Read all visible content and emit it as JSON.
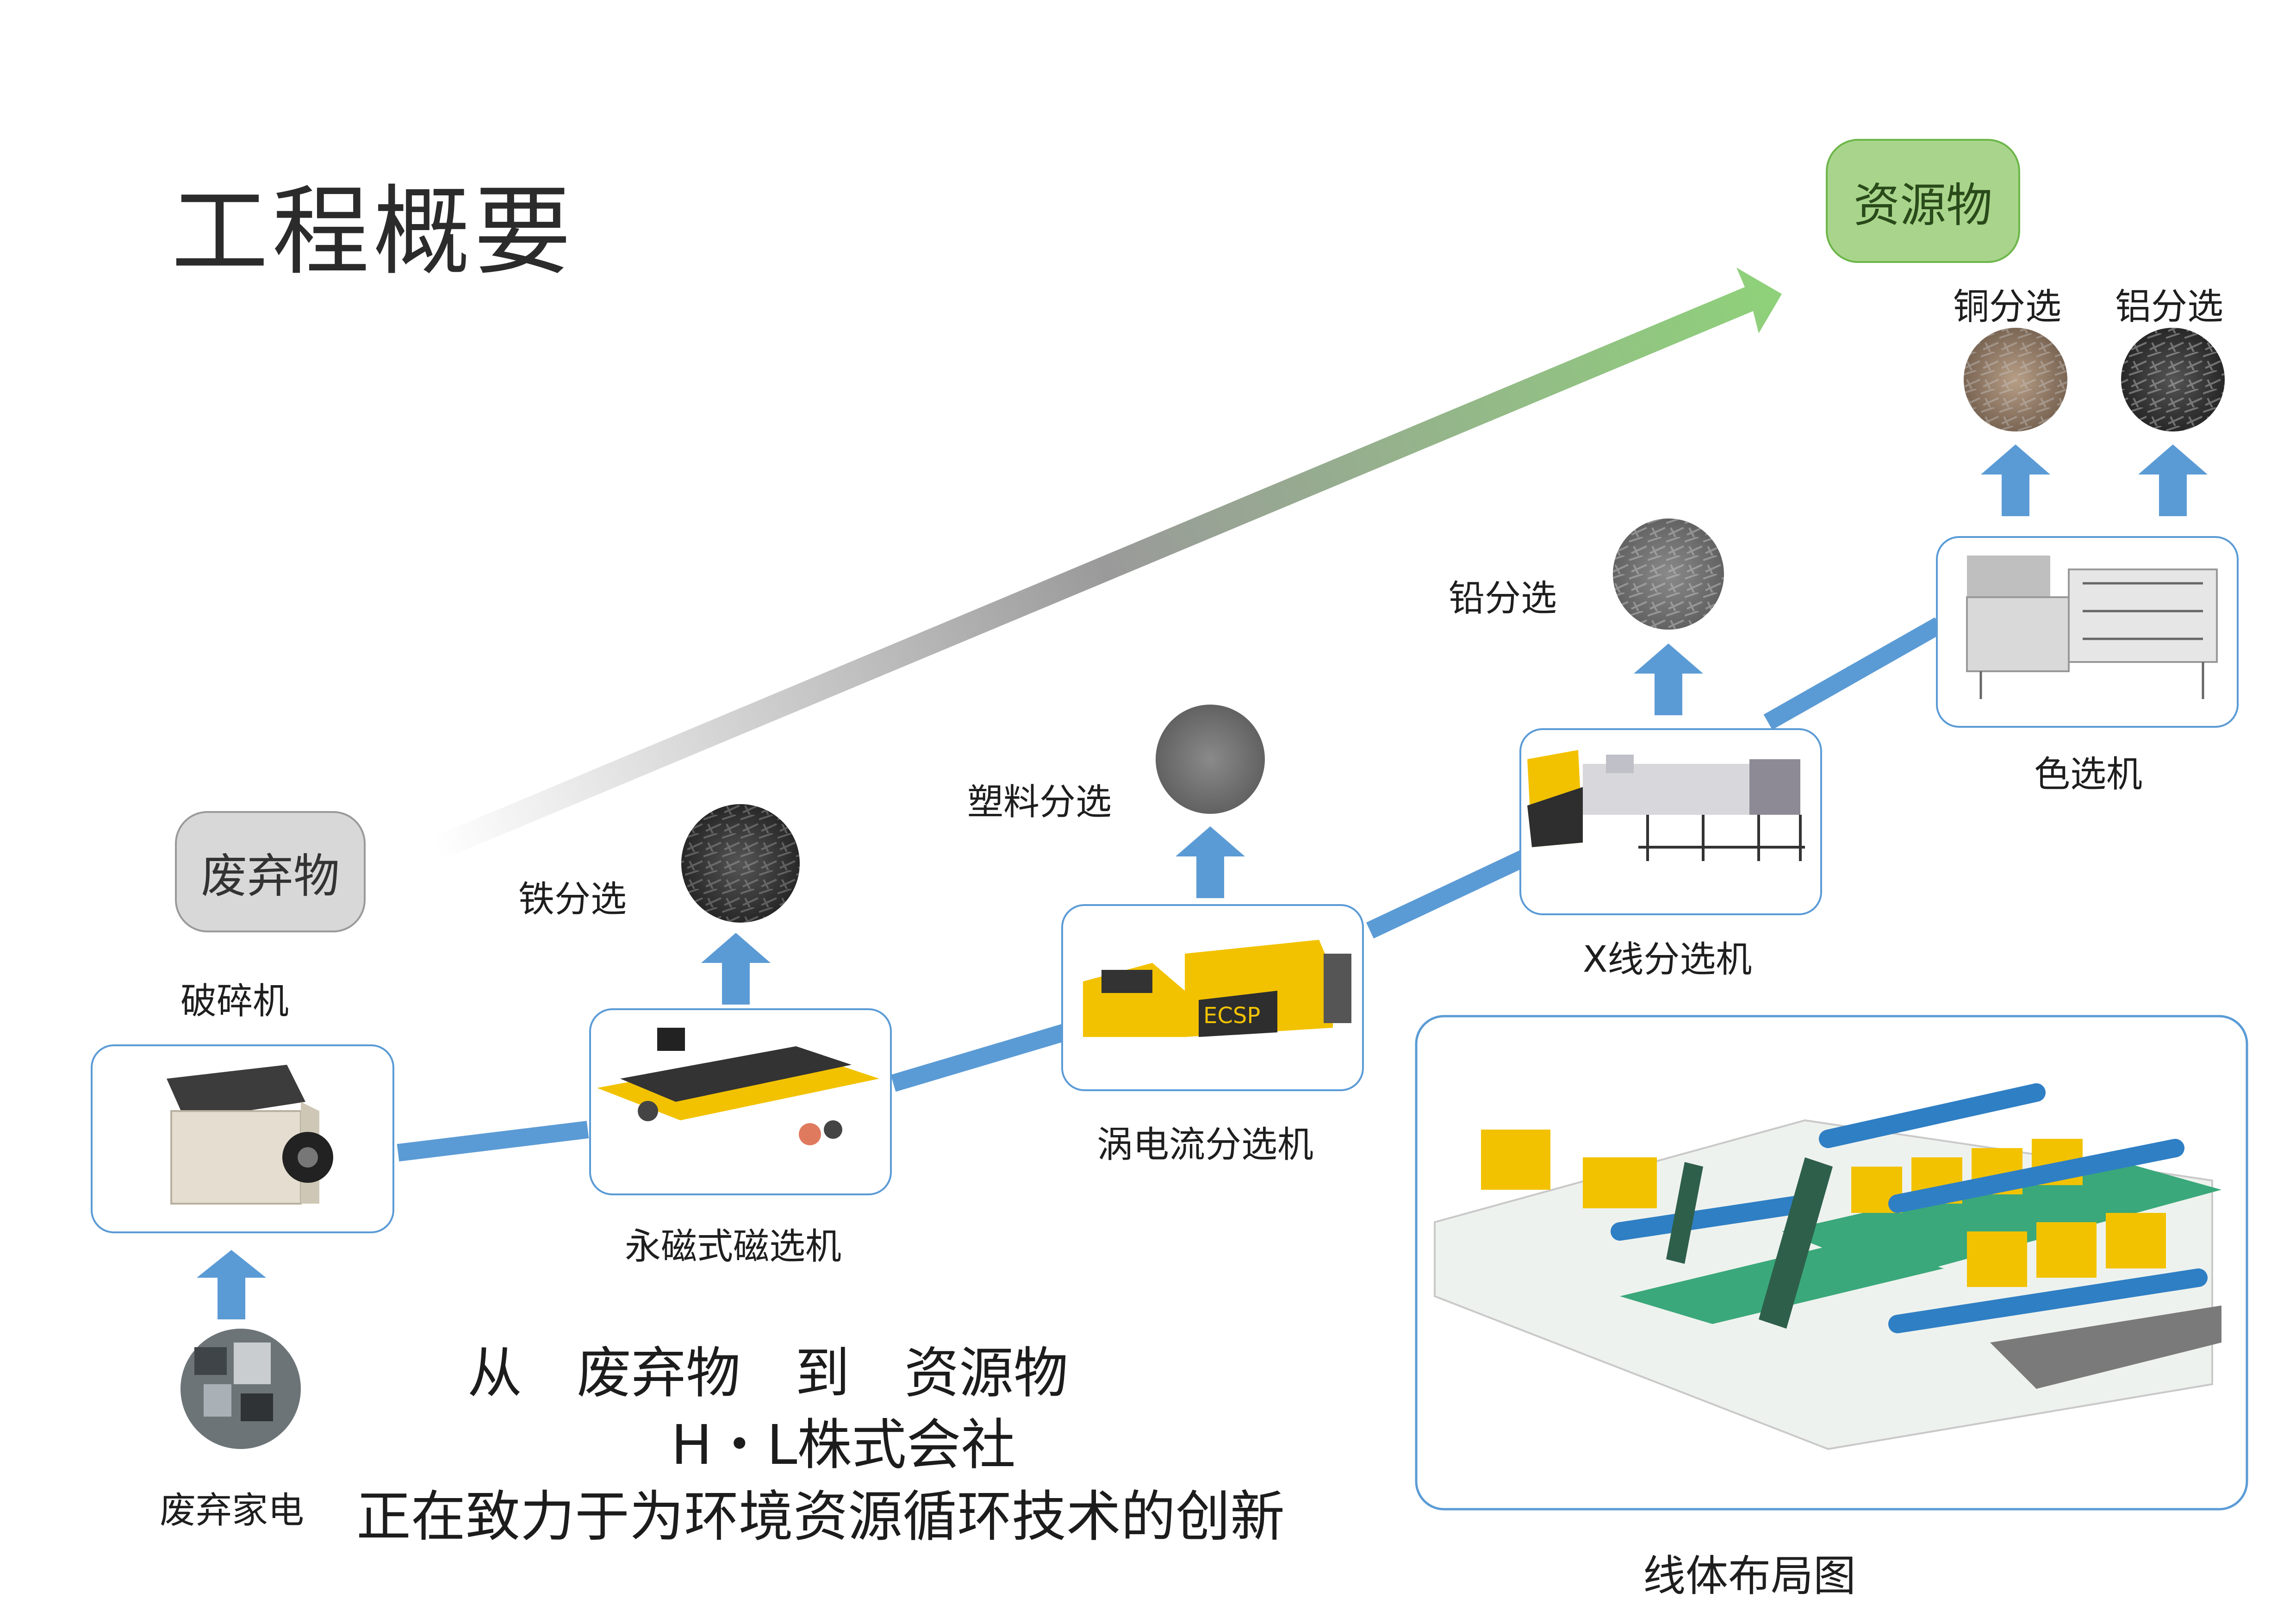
{
  "title": "工程概要",
  "waste_label": "废弃物",
  "resource_label": "资源物",
  "machines": {
    "crusher": "破碎机",
    "magnet": "永磁式磁选机",
    "eddy": "涡电流分选机",
    "xray": "X线分选机",
    "color": "色选机"
  },
  "outputs": {
    "iron": "铁分选",
    "plastic": "塑料分选",
    "lead": "铅分选",
    "copper": "铜分选",
    "aluminum": "铝分选"
  },
  "input_label": "废弃家电",
  "layout_label": "线体布局图",
  "slogan": {
    "line1": "从　废弃物　到　资源物",
    "line2": "H・L株式会社",
    "line3": "正在致力于为环境资源循环技术的创新"
  },
  "colors": {
    "connector": "#5b9bd5",
    "arrow": "#5b9bd5",
    "gradient_start": "#ffffff",
    "gradient_end": "#8fd17a"
  }
}
